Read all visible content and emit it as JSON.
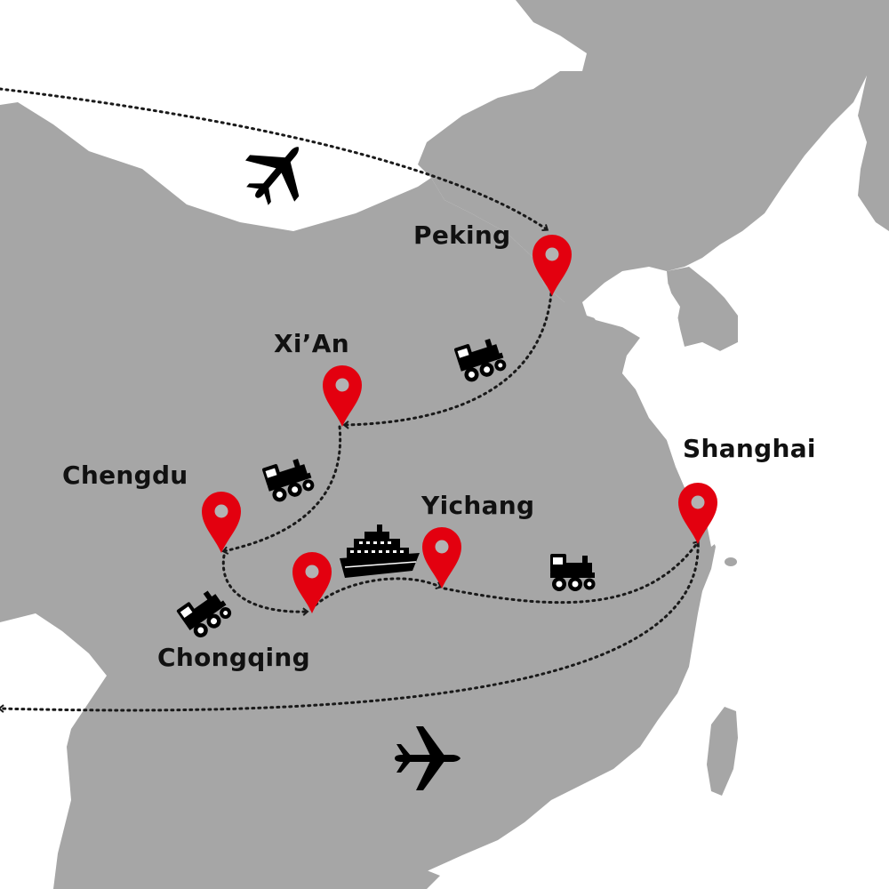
{
  "map": {
    "cities": [
      {
        "id": "peking",
        "name": "Peking"
      },
      {
        "id": "xian",
        "name": "Xi’An"
      },
      {
        "id": "chengdu",
        "name": "Chengdu"
      },
      {
        "id": "chongqing",
        "name": "Chongqing"
      },
      {
        "id": "yichang",
        "name": "Yichang"
      },
      {
        "id": "shanghai",
        "name": "Shanghai"
      }
    ],
    "route": [
      {
        "from": "origin",
        "to": "Peking",
        "mode": "plane"
      },
      {
        "from": "Peking",
        "to": "Xi’An",
        "mode": "train"
      },
      {
        "from": "Xi’An",
        "to": "Chengdu",
        "mode": "train"
      },
      {
        "from": "Chengdu",
        "to": "Chongqing",
        "mode": "train"
      },
      {
        "from": "Chongqing",
        "to": "Yichang",
        "mode": "cruise-ship"
      },
      {
        "from": "Yichang",
        "to": "Shanghai",
        "mode": "train"
      },
      {
        "from": "Shanghai",
        "to": "origin",
        "mode": "plane"
      }
    ]
  },
  "colors": {
    "land": "#a6a6a6",
    "sea": "#ffffff",
    "pin": "#e3000f",
    "pin_center": "#b3b3b3",
    "route": "#1a1a1a",
    "icon": "#000000",
    "label": "#111111"
  },
  "icons": [
    "plane-icon",
    "train-icon",
    "cruise-ship-icon",
    "map-pin-icon"
  ]
}
